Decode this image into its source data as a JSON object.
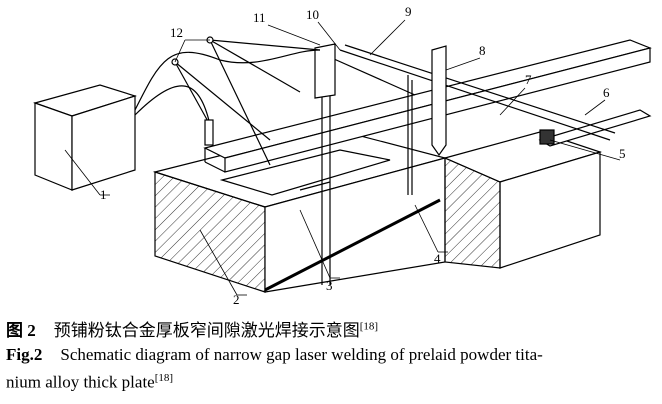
{
  "figure": {
    "labels": [
      "1",
      "2",
      "3",
      "4",
      "5",
      "6",
      "7",
      "8",
      "9",
      "10",
      "11",
      "12"
    ],
    "caption_cn": {
      "label": "图 2",
      "text": "预铺粉钛合金厚板窄间隙激光焊接示意图",
      "ref": "[18]"
    },
    "caption_en": {
      "label": "Fig.2",
      "text": "Schematic diagram of narrow gap laser welding of prelaid powder tita-",
      "text2": "nium alloy thick plate",
      "ref": "[18]"
    }
  }
}
